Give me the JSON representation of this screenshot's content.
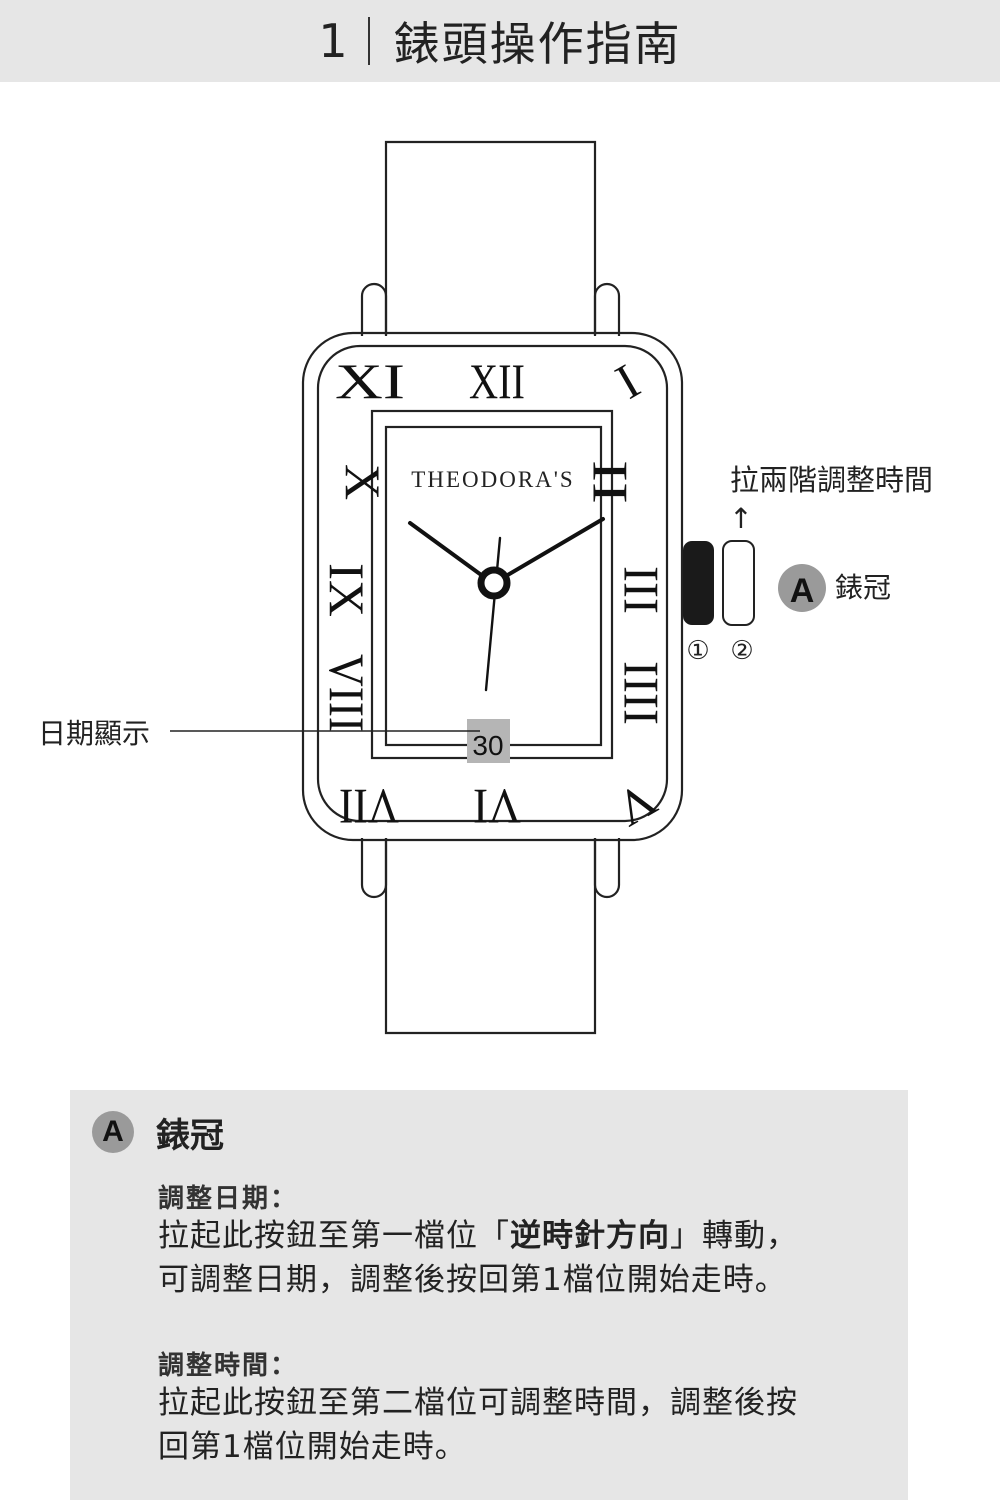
{
  "header": {
    "number": "1",
    "title": "錶頭操作指南"
  },
  "diagram": {
    "brand": "THEODORA'S",
    "date_window": "30",
    "date_label": "日期顯示",
    "crown_instruction": "拉兩階調整時間",
    "arrow": "↑",
    "crown_position_1": "①",
    "crown_position_2": "②",
    "crown_badge": "A",
    "crown_label": "錶冠",
    "numerals": {
      "xi": "XI",
      "xii": "XII",
      "i": "I",
      "x": "X",
      "ii": "II",
      "ix": "IX",
      "iii": "III",
      "viii": "VIII",
      "iv": "IIII",
      "vii": "VII",
      "vi": "VI",
      "v": "V"
    }
  },
  "colors": {
    "panel": "#e6e6e6",
    "badge": "#9a9a9a",
    "date_window": "#b5b5b5",
    "ink": "#222222"
  },
  "note": {
    "badge": "A",
    "title": "錶冠",
    "section1": {
      "title": "調整日期：",
      "line1_before": "拉起此按鈕至第一檔位「",
      "line1_bold": "逆時針方向",
      "line1_after": "」轉動，",
      "line2": "可調整日期，調整後按回第1檔位開始走時。"
    },
    "section2": {
      "title": "調整時間：",
      "line1": "拉起此按鈕至第二檔位可調整時間，調整後按",
      "line2": "回第1檔位開始走時。"
    }
  }
}
